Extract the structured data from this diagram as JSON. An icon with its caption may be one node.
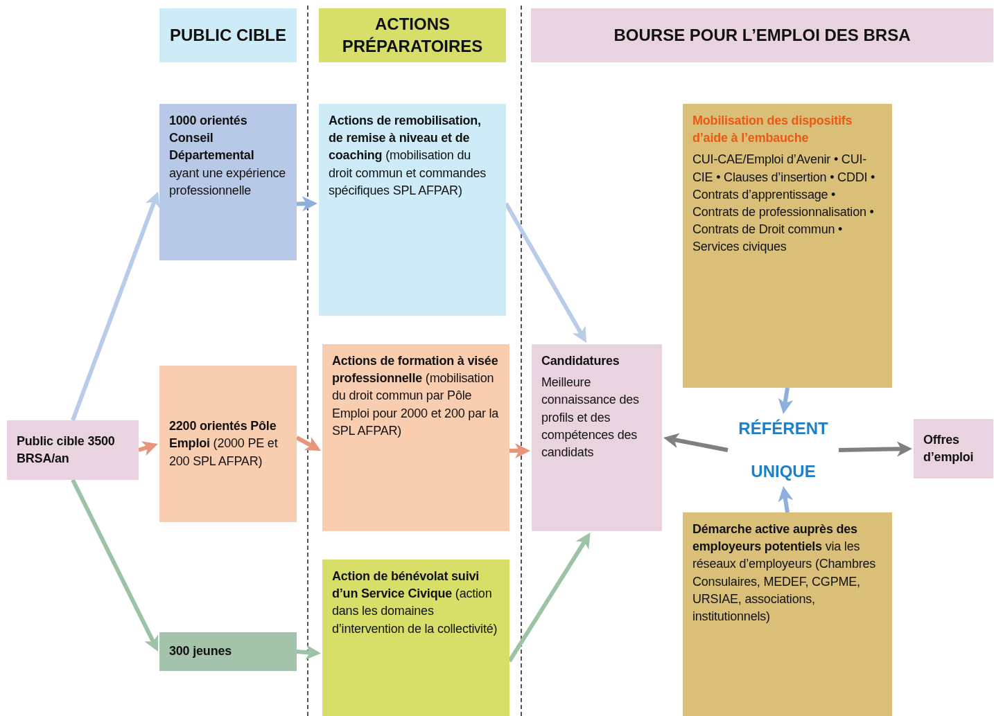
{
  "diagram": {
    "nodes": [
      {
        "text": [
          "PUBLIC CIBLE"
        ]
      },
      {
        "text": [
          "ACTIONS PRÉPARATOIRES"
        ]
      },
      {
        "text": [
          "BOURSE POUR L’EMPLOI DES BRSA"
        ]
      },
      {
        "text": [
          "**1000 orientés Conseil Départemental** ayant une expérience professionnelle"
        ]
      },
      {
        "text": [
          "**Actions de remobilisation, de remise à niveau et de coaching** (mobilisation du droit commun et commandes spécifiques SPL AFPAR)"
        ]
      },
      {
        "text": [
          "Mobilisation des dispositifs d’aide à l’embauche",
          "CUI-CAE/Emploi d’Avenir • CUI-CIE • Clauses d’insertion • CDDI • Contrats d’apprentissage • Contrats de professionnalisation • Contrats de Droit commun • Services civiques"
        ]
      },
      {
        "text": [
          "Public cible 3500 BRSA/an"
        ]
      },
      {
        "text": [
          "**2200 orientés Pôle Emploi** (2000 PE et 200 SPL AFPAR)"
        ]
      },
      {
        "text": [
          "**Actions de formation à visée professionnelle** (mobilisation du droit commun par Pôle Emploi pour 2000 et 200 par la SPL AFPAR)"
        ]
      },
      {
        "text": [
          "Candidatures",
          "Meilleure connaissance des profils et des compétences des candidats"
        ]
      },
      {
        "text": [
          "RÉFÉRENT UNIQUE"
        ]
      },
      {
        "text": [
          "Offres d’emploi"
        ]
      },
      {
        "text": [
          "300 jeunes"
        ]
      },
      {
        "text": [
          "**Action de bénévolat suivi d’un Service Civique** (action dans les domaines d’intervention de la collectivité)"
        ]
      },
      {
        "text": [
          "**Démarche active auprès des employeurs potentiels** via les réseaux d’employeurs (Chambres Consulaires, MEDEF, CGPME, URSIAE, associations, institutionnels)"
        ]
      }
    ],
    "edges": [
      {
        "from": 6,
        "to": 3,
        "arrow": "to",
        "color": "#b8cbe8"
      },
      {
        "from": 6,
        "to": 7,
        "arrow": "to",
        "color": "#e8957c"
      },
      {
        "from": 6,
        "to": 12,
        "arrow": "to",
        "color": "#9dc3a6"
      },
      {
        "from": 3,
        "to": 4,
        "arrow": "to",
        "color": "#8eaede"
      },
      {
        "from": 7,
        "to": 8,
        "arrow": "to",
        "color": "#e8957c"
      },
      {
        "from": 12,
        "to": 13,
        "arrow": "to",
        "color": "#9dc3a6"
      },
      {
        "from": 4,
        "to": 9,
        "arrow": "to",
        "color": "#b8cbe8"
      },
      {
        "from": 8,
        "to": 9,
        "arrow": "to",
        "color": "#e8957c"
      },
      {
        "from": 13,
        "to": 9,
        "arrow": "to",
        "color": "#9dc3a6"
      },
      {
        "from": 5,
        "to": 10,
        "arrow": "to",
        "color": "#8eaede"
      },
      {
        "from": 14,
        "to": 10,
        "arrow": "to",
        "color": "#8eaede"
      },
      {
        "from": 10,
        "to": 9,
        "arrow": "to",
        "color": "#808080"
      },
      {
        "from": 10,
        "to": 11,
        "arrow": "to",
        "color": "#808080"
      }
    ]
  }
}
